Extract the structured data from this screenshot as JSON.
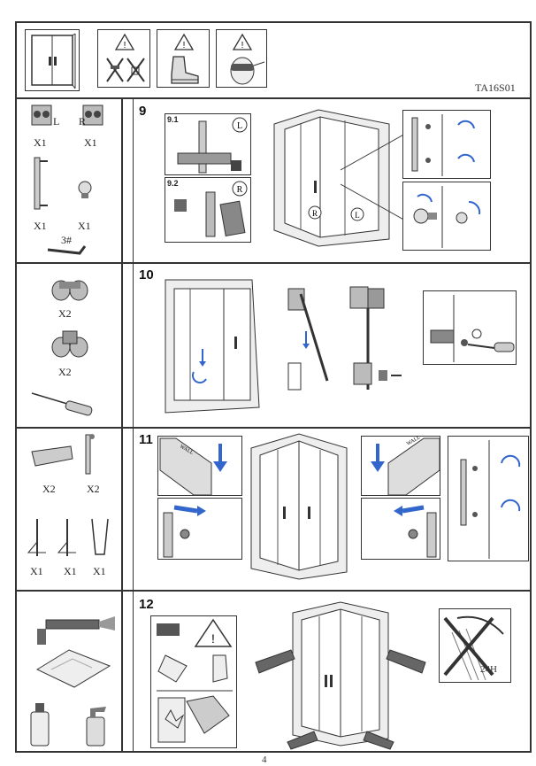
{
  "header": {
    "model_code": "TA16S01"
  },
  "parts": {
    "roller_left_letter": "L",
    "roller_right_letter": "R",
    "qty_x1": "X1",
    "qty_x2": "X2",
    "hex_key_size": "3#"
  },
  "steps": [
    {
      "number": "9",
      "sub_a": "9.1",
      "sub_b": "9.2",
      "sub_a_letter": "L",
      "sub_b_letter": "R",
      "marker_r": "R",
      "marker_l": "L"
    },
    {
      "number": "10"
    },
    {
      "number": "11",
      "wall_label": "WALL"
    },
    {
      "number": "12",
      "cure_time": "24H"
    }
  ],
  "page_number": "4"
}
